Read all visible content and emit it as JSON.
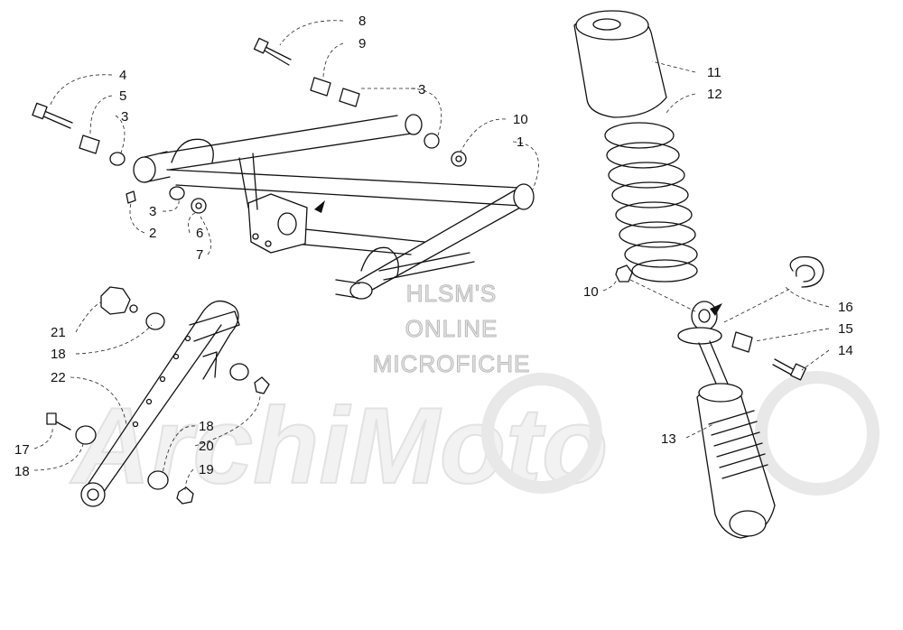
{
  "watermark": {
    "line1": "HLSM'S",
    "line2": "ONLINE",
    "line3": "MICROFICHE",
    "logo": "ArchiMoto"
  },
  "callouts": [
    {
      "id": "c8",
      "text": "8"
    },
    {
      "id": "c9",
      "text": "9"
    },
    {
      "id": "c4",
      "text": "4"
    },
    {
      "id": "c5",
      "text": "5"
    },
    {
      "id": "c3a",
      "text": "3"
    },
    {
      "id": "c3b",
      "text": "3"
    },
    {
      "id": "c3c",
      "text": "3"
    },
    {
      "id": "c2",
      "text": "2"
    },
    {
      "id": "c6",
      "text": "6"
    },
    {
      "id": "c7",
      "text": "7"
    },
    {
      "id": "c10a",
      "text": "10"
    },
    {
      "id": "c1",
      "text": "1"
    },
    {
      "id": "c11",
      "text": "11"
    },
    {
      "id": "c12",
      "text": "12"
    },
    {
      "id": "c10b",
      "text": "10"
    },
    {
      "id": "c16",
      "text": "16"
    },
    {
      "id": "c15",
      "text": "15"
    },
    {
      "id": "c14",
      "text": "14"
    },
    {
      "id": "c13",
      "text": "13"
    },
    {
      "id": "c21",
      "text": "21"
    },
    {
      "id": "c18a",
      "text": "18"
    },
    {
      "id": "c22",
      "text": "22"
    },
    {
      "id": "c18b",
      "text": "18"
    },
    {
      "id": "c20",
      "text": "20"
    },
    {
      "id": "c17",
      "text": "17"
    },
    {
      "id": "c18c",
      "text": "18"
    },
    {
      "id": "c19",
      "text": "19"
    }
  ]
}
